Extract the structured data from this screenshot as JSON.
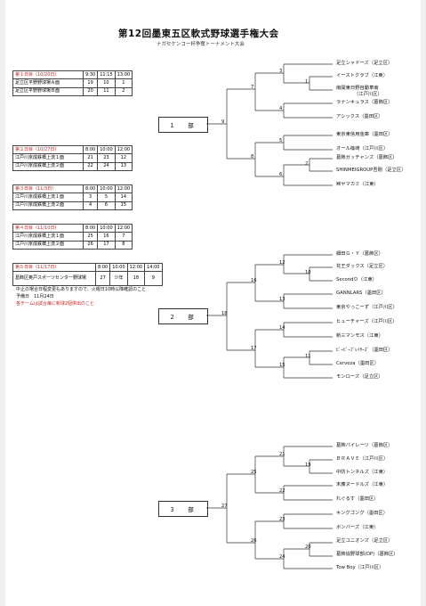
{
  "title": "第12回墨東五区軟式野球選手権大会",
  "subtitle": "ナガセケンコー杯争奪トーナメント大会",
  "schedules": [
    {
      "label": "第１日目（10/20日）",
      "times": [
        "9:30",
        "11:15",
        "13:00"
      ],
      "rows": [
        {
          "venue": "足立区平野野球場Ａ面",
          "games": [
            "19",
            "10",
            "1"
          ]
        },
        {
          "venue": "足立区平野野球場Ｂ面",
          "games": [
            "20",
            "11",
            "2"
          ]
        }
      ]
    },
    {
      "label": "第２日目（10/27日）",
      "times": [
        "8:00",
        "10:00",
        "12:00"
      ],
      "rows": [
        {
          "venue": "江戸川京成鉄橋上流１面",
          "games": [
            "21",
            "23",
            "12"
          ]
        },
        {
          "venue": "江戸川京成鉄橋上流２面",
          "games": [
            "22",
            "24",
            "13"
          ]
        }
      ]
    },
    {
      "label": "第３日目（11/3日）",
      "times": [
        "8:00",
        "10:00",
        "12:00"
      ],
      "rows": [
        {
          "venue": "江戸川京成鉄橋上流１面",
          "games": [
            "3",
            "5",
            "14"
          ]
        },
        {
          "venue": "江戸川京成鉄橋上流２面",
          "games": [
            "4",
            "6",
            "15"
          ]
        }
      ]
    },
    {
      "label": "第４日目（11/10日）",
      "times": [
        "8:00",
        "10:00",
        "12:00"
      ],
      "rows": [
        {
          "venue": "江戸川京成鉄橋上流１面",
          "games": [
            "25",
            "16",
            "7"
          ]
        },
        {
          "venue": "江戸川京成鉄橋上流２面",
          "games": [
            "26",
            "17",
            "8"
          ]
        }
      ]
    },
    {
      "label": "第５日目（11/17日）",
      "times": [
        "8:00",
        "10:00",
        "12:00",
        "14:00"
      ],
      "rows": [
        {
          "venue": "葛飾区奥戸スポーツセンター野球場",
          "games": [
            "27",
            "少年",
            "18",
            "9"
          ]
        }
      ]
    }
  ],
  "notes": [
    "中止の場合日程変更もありますので、火曜日10時以降確認のこと",
    "予備日　11月24日"
  ],
  "warning": "各チームは試合毎に新球2個供出のこと",
  "divisions": [
    {
      "label": "１　部",
      "final_game": "9",
      "teams": [
        "足立シャドーズ（足立区）",
        "イーストクラブ（江東）",
        "南開東日野自動車南",
        "（江戸川区）",
        "ラナンキュラス（葛飾区）",
        "アシックス（墨田区）",
        "東京東信用金庫（墨田区）",
        "オール篠崎（江戸川区）",
        "葛飾ガッチャンズ（葛飾区）",
        "SHINMEIGROUP吾剛（足立区）",
        "㈱ヤマカミ（江東）"
      ],
      "games": [
        "3",
        "1",
        "7",
        "4",
        "5",
        "8",
        "2",
        "6"
      ]
    },
    {
      "label": "２　部",
      "final_game": "18",
      "teams": [
        "細田Ｇ・Ｙ（葛飾区）",
        "花王ダックス（足立区）",
        "SecondＤ（江東）",
        "GANNLARS（墨田区）",
        "東京やっこーず（江戸川区）",
        "ヒューチャーズ（江戸川区）",
        "新三マンモス（江東）",
        "ﾋﾞｰﾋﾞｰﾌﾞﾚｲｻｰｽﾞ（墨田区）",
        "Cerveza（墨田区）",
        "モンローズ（足立区）"
      ],
      "games": [
        "12",
        "10",
        "16",
        "13",
        "14",
        "17",
        "11",
        "15"
      ]
    },
    {
      "label": "３　部",
      "final_game": "27",
      "teams": [
        "葛飾パイレーツ（葛飾区）",
        "ＢＲＡＶＥ（江戸川区）",
        "中防トンネルズ（江東）",
        "末廣ヌードルズ（江東）",
        "れぐるす（墨田区）",
        "キングゴング（墨田区）",
        "ボンバーズ（江東）",
        "足立ユニオンズ（足立区）",
        "葛飾協野球部(DP)（葛飾区）",
        "Tow Boy（江戸川区）"
      ],
      "games": [
        "21",
        "19",
        "25",
        "22",
        "23",
        "26",
        "20",
        "24"
      ]
    }
  ]
}
